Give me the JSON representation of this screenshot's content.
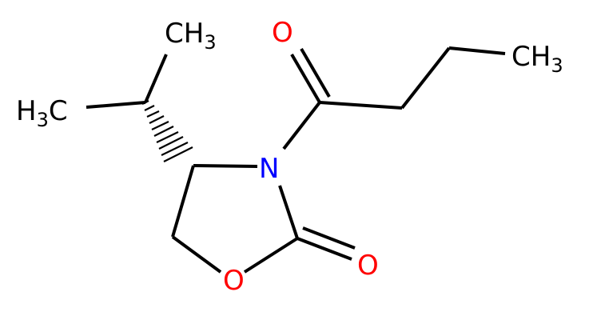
{
  "molecule": {
    "atoms": {
      "n": {
        "label": "N",
        "color": "#0000ff"
      },
      "ring_o": {
        "label": "O",
        "color": "#ff0000"
      },
      "carbonyl_o_ring": {
        "label": "O",
        "color": "#ff0000"
      },
      "carbonyl_o_acyl": {
        "label": "O",
        "color": "#ff0000"
      },
      "methyl_top": {
        "label": "CH",
        "sub": "3",
        "color": "#000000"
      },
      "methyl_left_h": {
        "label": "H",
        "sub": "3",
        "tail": "C",
        "color": "#000000"
      },
      "methyl_right": {
        "label": "CH",
        "sub": "3",
        "color": "#000000"
      }
    },
    "bond_color": "#000000"
  }
}
